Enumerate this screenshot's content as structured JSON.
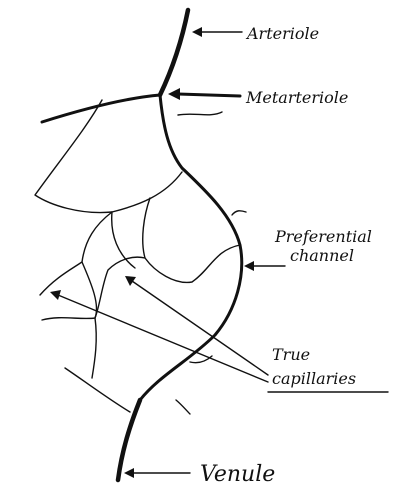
{
  "labels": {
    "arteriole": "Arteriole",
    "metarteriole": "Metarteriole",
    "preferential_line1": "Preferential",
    "preferential_line2": "channel",
    "true_line1": "True",
    "true_line2": "capillaries",
    "venule": "Venule"
  },
  "colors": {
    "ink": "#111111",
    "background": "#ffffff"
  }
}
